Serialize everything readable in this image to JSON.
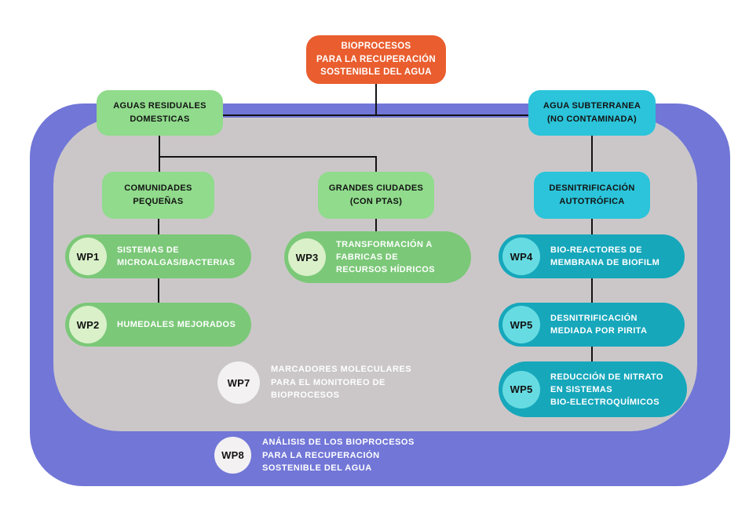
{
  "colors": {
    "paper": "#FFFFFF",
    "purple": "#7176D7",
    "gray": "#CBC7C9",
    "orange": "#E95D2E",
    "green": "#90DB8C",
    "green-pill": "#7BC878",
    "green-pale": "#D9F0C9",
    "teal": "#2BC4DA",
    "teal-pill": "#16A7BB",
    "teal-pale": "#66DCE2",
    "circle": "#F3F1F2",
    "ink": "#131313"
  },
  "nodes": {
    "title": {
      "label": "BIOPROCESOS\nPARA LA RECUPERACIÓN\nSOSTENIBLE DEL AGUA"
    },
    "branch_left": {
      "label": "AGUAS RESIDUALES\nDOMESTICAS"
    },
    "branch_right": {
      "label": "AGUA SUBTERRANEA\n(NO CONTAMINADA)"
    },
    "cat_small_communities": {
      "label": "COMUNIDADES\nPEQUEÑAS"
    },
    "cat_big_cities": {
      "label": "GRANDES CIUDADES\n(CON PTAS)"
    },
    "cat_denitrification": {
      "label": "DESNITRIFICACIÓN\nAUTOTRÓFICA"
    },
    "wp1": {
      "tag": "WP1",
      "label": "SISTEMAS DE\nMICROALGAS/BACTERIAS"
    },
    "wp2": {
      "tag": "WP2",
      "label": "HUMEDALES MEJORADOS"
    },
    "wp3": {
      "tag": "WP3",
      "label": "TRANSFORMACIÓN A\nFABRICAS DE\nRECURSOS HÍDRICOS"
    },
    "wp4": {
      "tag": "WP4",
      "label": "BIO-REACTORES DE\nMEMBRANA DE BIOFILM"
    },
    "wp5": {
      "tag": "WP5",
      "label": "DESNITRIFICACIÓN\nMEDIADA POR PIRITA"
    },
    "wp6": {
      "tag": "WP5",
      "label": "REDUCCIÓN DE NITRATO\nEN SISTEMAS\nBIO-ELECTROQUÍMICOS"
    },
    "wp7": {
      "tag": "WP7",
      "label": "MARCADORES MOLECULARES\nPARA EL MONITOREO DE\nBIOPROCESOS"
    },
    "wp8": {
      "tag": "WP8",
      "label": "ANÁLISIS DE LOS BIOPROCESOS\nPARA LA RECUPERACIÓN\nSOSTENIBLE DEL AGUA"
    }
  }
}
